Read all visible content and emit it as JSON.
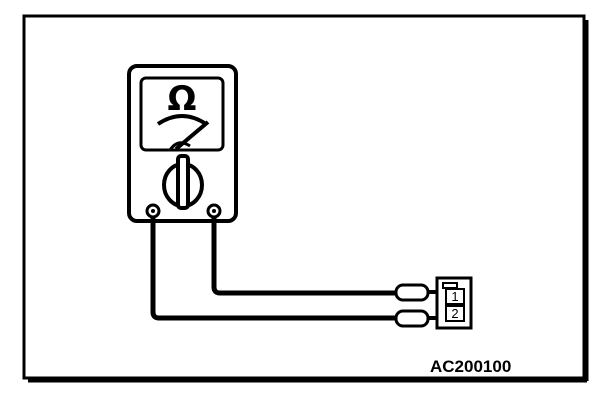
{
  "figure": {
    "code": "AC200100"
  },
  "meter": {
    "dial_symbol": "Ω",
    "dial_symbol_icon": "ohm-icon"
  },
  "connector": {
    "pins": [
      {
        "label": "1"
      },
      {
        "label": "2"
      }
    ]
  }
}
